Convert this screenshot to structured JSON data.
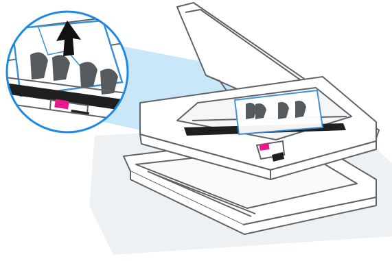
{
  "illustration": {
    "subject": "printer-paper-jam-removal",
    "callout_action": "lift-jammed-paper-up",
    "arrow_direction": "up",
    "icons": [
      "printer-icon",
      "jammed-paper-icon",
      "arrow-up-icon",
      "ink-cartridge-icon",
      "magnifier-callout-icon"
    ],
    "colors": {
      "outline": "#5f6368",
      "printer_body": "#ffffff",
      "paper_outline": "#3a8fd6",
      "paper_fill": "#ffffff",
      "callout_ring": "#1e88e5",
      "callout_beam": "#bfe3f7",
      "rollers": "#555a5f",
      "rail": "#1f1f1f",
      "cartridge_magenta": "#e8198c",
      "shadow": "#eef1f4",
      "arrow": "#111111"
    }
  }
}
